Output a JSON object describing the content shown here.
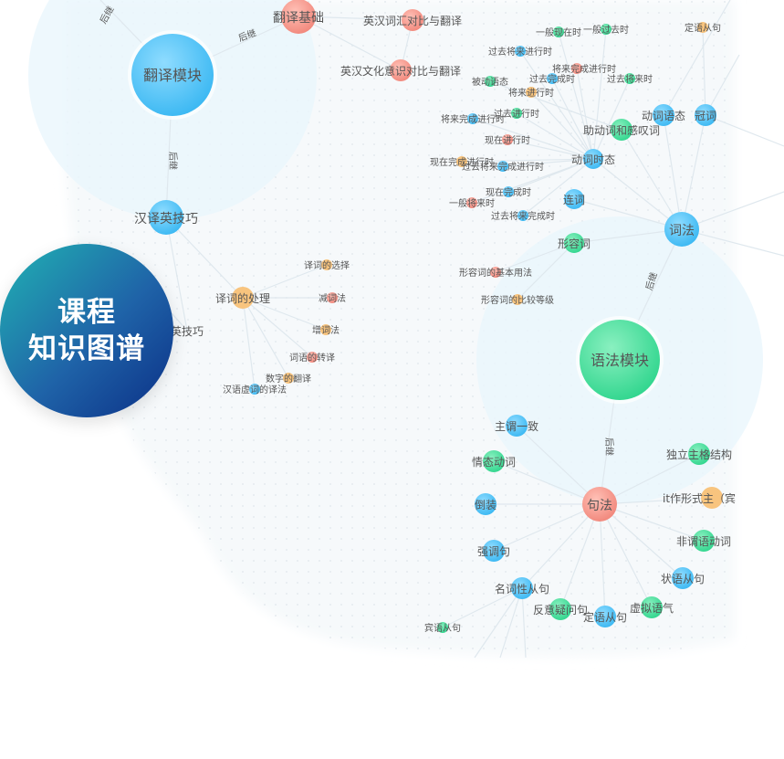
{
  "badge": {
    "line1": "课程",
    "line2": "知识图谱"
  },
  "colors": {
    "blue": "#52c4f5",
    "green": "#3fdb9c",
    "red": "#f59a8f",
    "orange": "#f8c47e",
    "link": "#dfe8ee",
    "halo": "#eaf6fc"
  },
  "edge_labels": {
    "follow": "后继"
  },
  "modules": {
    "translation": "翻译模块",
    "grammar": "语法模块"
  },
  "nodes": {
    "fanyi_jichu": "翻译基础",
    "yinghan_cihui": "英汉词汇对比与翻译",
    "yinghan_wenhua": "英汉文化意识对比与翻译",
    "hanyi_jiqiao": "汉译英技巧",
    "ying_jiqiao": "英技巧",
    "yici_chuli": "译词的处理",
    "yici_xuanze": "译词的选择",
    "jianci": "减词法",
    "zengci": "增词法",
    "ciyu_zhuanyi": "词语的转译",
    "shuzi_fanyi": "数字的翻译",
    "hanyu_xuci": "汉语虚词的译法",
    "cifa": "词法",
    "dongci_shitai": "动词时态",
    "zhudongci": "助动词和感叹词",
    "dongci_yutai": "动词语态",
    "guanci": "冠词",
    "lianci": "连词",
    "xingrongci": "形容词",
    "xrc_yongfa": "形容词的基本用法",
    "xrc_bijiao": "形容词的比较等级",
    "jufa": "句法",
    "zhuwei": "主谓一致",
    "qingtai": "情态动词",
    "daozhuang": "倒装",
    "qiangdiao": "强调句",
    "mingcixing": "名词性从句",
    "fanyi_wenju": "反意疑问句",
    "dingyu": "定语从句",
    "xuni": "虚拟语气",
    "zhuangyu": "状语从句",
    "feiweiyu": "非谓语动词",
    "it_xingshi": "it作形式主（宾",
    "duli_zhuge": "独立主格结构",
    "binyu": "宾语从句",
    "t_ybxz": "一般现在时",
    "t_ybgq": "一般过去时",
    "t_dingyu": "定语从句",
    "t_gqjl": "过去将来进行时",
    "t_jlwcj": "将来完成进行时",
    "t_bdyt": "被动语态",
    "t_gqwc": "过去完成时",
    "t_gqjlshi": "过去将来时",
    "t_jljx": "将来进行时",
    "t_jlwcjx_h": "将来完成进行时",
    "t_gqjx": "过去进行时",
    "t_xzjx": "现在进行时",
    "t_xzwcjx": "现在完成进行时",
    "t_gqjlwcjx": "过去将来完成进行时",
    "t_xzwc": "现在完成时",
    "t_ybjl": "一般将来时",
    "t_gqjlwc": "过去将来完成时"
  }
}
